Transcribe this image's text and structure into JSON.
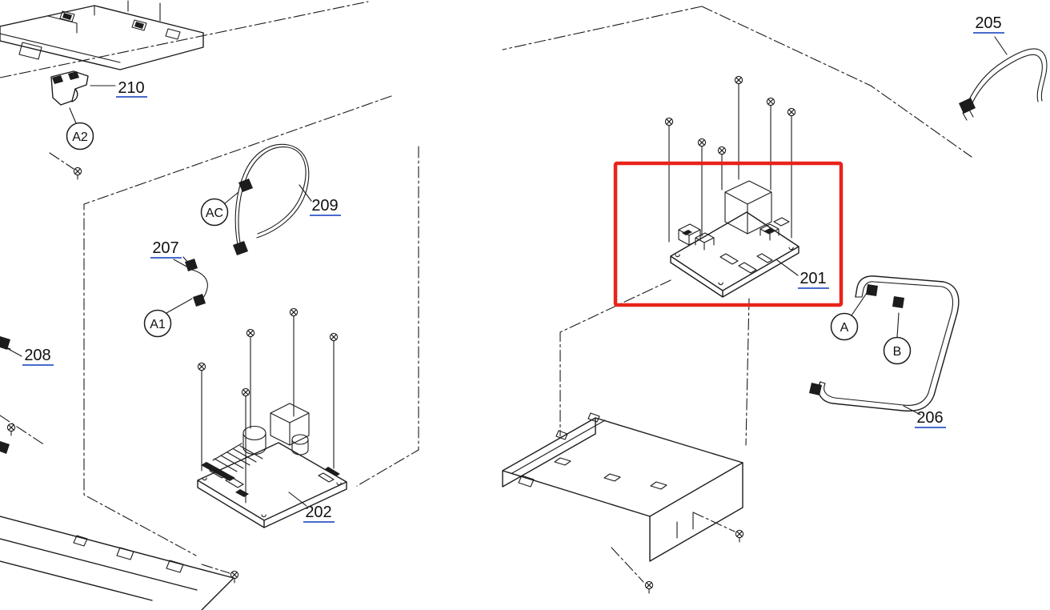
{
  "diagram": {
    "kind": "exploded parts diagram",
    "background": "#ffffff",
    "line_color": "#1c1c1c",
    "highlight_color": "#e8231a",
    "link_color": "#2f55c6"
  },
  "parts": {
    "p201": {
      "label": "201",
      "highlighted": true
    },
    "p202": {
      "label": "202"
    },
    "p205": {
      "label": "205"
    },
    "p206": {
      "label": "206"
    },
    "p207": {
      "label": "207"
    },
    "p208": {
      "label": "208"
    },
    "p209": {
      "label": "209"
    },
    "p210": {
      "label": "210"
    }
  },
  "callouts": {
    "a": {
      "label": "A"
    },
    "b": {
      "label": "B"
    },
    "a1": {
      "label": "A1"
    },
    "a2": {
      "label": "A2"
    },
    "ac": {
      "label": "AC"
    }
  }
}
